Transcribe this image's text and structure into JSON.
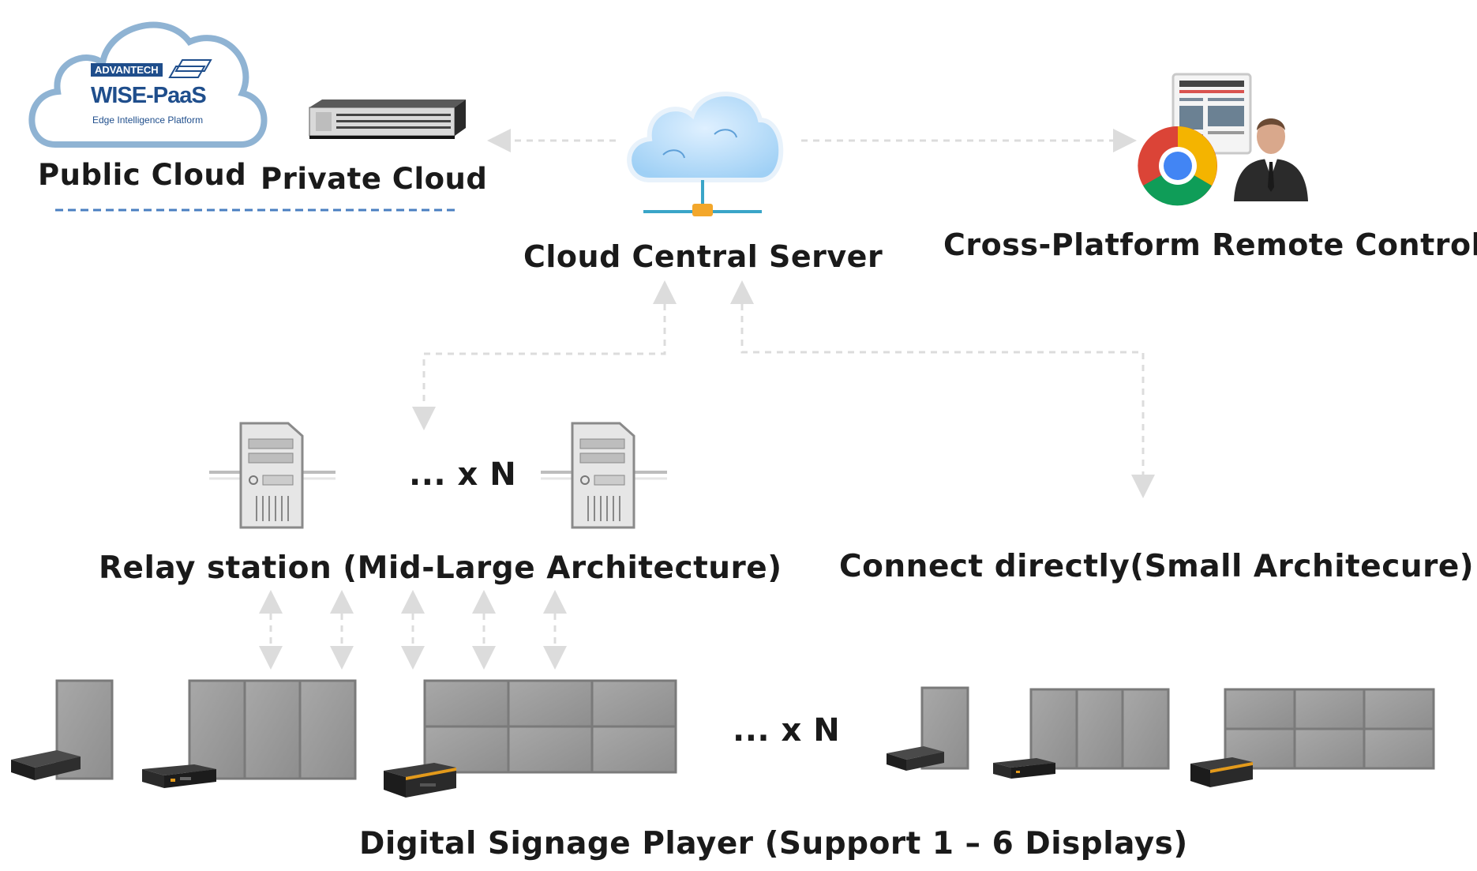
{
  "cloud": {
    "brand_small": "ADVANTECH",
    "brand_title": "WISE-PaaS",
    "brand_sub": "Edge Intelligence Platform",
    "public_label": "Public Cloud",
    "private_label": "Private Cloud"
  },
  "central": {
    "label": "Cloud Central Server"
  },
  "remote": {
    "label": "Cross-Platform Remote Control"
  },
  "relay": {
    "multiplier": "... x N",
    "label": "Relay station (Mid-Large Architecture)"
  },
  "direct": {
    "label": "Connect directly(Small Architecure)"
  },
  "players": {
    "multiplier": "... x N",
    "label": "Digital Signage Player (Support 1 – 6 Displays)"
  },
  "colors": {
    "cloud_border": "#8fb3d3",
    "brand_blue": "#1f4e8c",
    "dashed_blue": "#4a7fc1",
    "connector": "#dcdcdc",
    "display": "#9a9a9a",
    "player_accent": "#e39a1b"
  }
}
